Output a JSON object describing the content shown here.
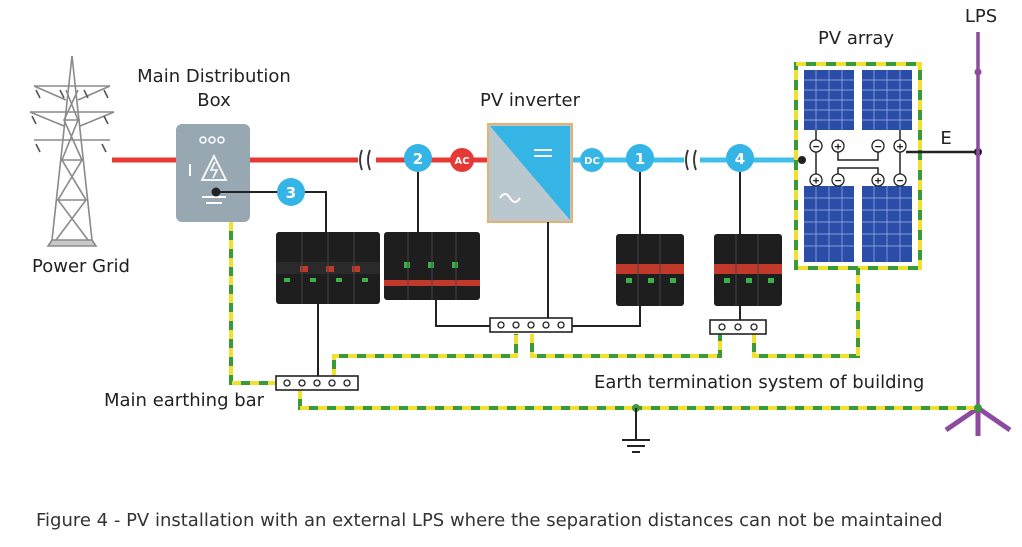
{
  "labels": {
    "lps": "LPS",
    "pv_array": "PV array",
    "main_distribution_box_line1": "Main Distribution",
    "main_distribution_box_line2": "Box",
    "pv_inverter": "PV inverter",
    "power_grid": "Power Grid",
    "e_terminal": "E",
    "main_earthing_bar": "Main earthing bar",
    "earth_termination_system": "Earth termination system of building"
  },
  "badges": {
    "spd_1": "1",
    "spd_2": "2",
    "spd_3": "3",
    "spd_4": "4",
    "ac": "AC",
    "dc": "DC"
  },
  "caption": "Figure 4 - PV installation with an external LPS where the separation distances can not be maintained",
  "colors": {
    "ac_line": "#e53935",
    "dc_line": "#3fc0e8",
    "badge": "#35b5e5",
    "ac_badge": "#e53935",
    "earth_green": "#3a9a3a",
    "earth_yellow": "#f0e030",
    "lps_rod": "#8e4a9e",
    "distribution_box": "#98a8b2",
    "inverter_blue": "#35b5e5",
    "inverter_grey": "#b9c7cf",
    "pv_panel": "#2a4ea8"
  },
  "icons": [
    "transmission-tower-icon",
    "distribution-box-icon",
    "pv-inverter-icon",
    "surge-protective-device-icon",
    "earthing-bar-icon",
    "ground-symbol-icon",
    "lightning-rod-icon",
    "pv-panel-icon"
  ]
}
